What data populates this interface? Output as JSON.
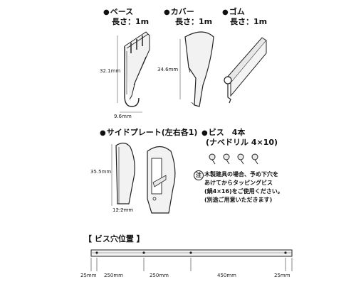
{
  "parts": {
    "base": {
      "name": "ベース",
      "length": "長さ：1m",
      "height_dim": "32.1mm",
      "width_dim": "9.6mm"
    },
    "cover": {
      "name": "カバー",
      "length": "長さ：1m",
      "height_dim": "34.6mm"
    },
    "rubber": {
      "name": "ゴム",
      "length": "長さ：1m"
    },
    "side_plate": {
      "name": "サイドプレート(左右各1)",
      "height_dim": "35.5mm",
      "width_dim": "12.2mm"
    },
    "screw": {
      "name": "ビス　4本",
      "spec": "(ナベドリル 4×10)"
    }
  },
  "note": {
    "mark": "注",
    "lines": [
      "木製建具の場合、予め下穴を",
      "あけてからタッピングビス",
      "(鍋4×16)をご使用ください。",
      "(別途ご用意いただきます)"
    ]
  },
  "holes": {
    "title": "【 ビス穴位置 】",
    "dims": [
      "25mm",
      "250mm",
      "250mm",
      "450mm",
      "25mm"
    ]
  }
}
